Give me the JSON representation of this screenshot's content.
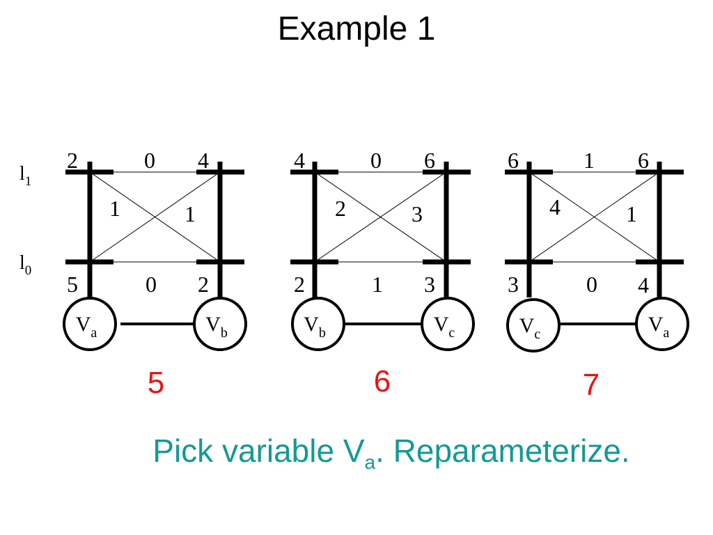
{
  "title": "Example 1",
  "level_labels": {
    "l1": {
      "base": "l",
      "sub": "1"
    },
    "l0": {
      "base": "l",
      "sub": "0"
    }
  },
  "caption": {
    "before": "Pick variable V",
    "sub": "a",
    "after": ". Reparameterize."
  },
  "colors": {
    "total": "#ee1111",
    "caption": "#139a94",
    "ink": "#000000"
  },
  "panels": [
    {
      "id": "ab",
      "corners": {
        "top_left": "2",
        "top_right": "4",
        "bottom_left": "5",
        "bottom_right": "2"
      },
      "edges": {
        "top": "0",
        "bottom": "0",
        "diag_left": "1",
        "diag_right": "1"
      },
      "nodes": [
        {
          "base": "V",
          "sub": "a"
        },
        {
          "base": "V",
          "sub": "b"
        }
      ],
      "total": "5"
    },
    {
      "id": "bc",
      "corners": {
        "top_left": "4",
        "top_right": "6",
        "bottom_left": "2",
        "bottom_right": "3"
      },
      "edges": {
        "top": "0",
        "bottom": "1",
        "diag_left": "2",
        "diag_right": "3"
      },
      "nodes": [
        {
          "base": "V",
          "sub": "b"
        },
        {
          "base": "V",
          "sub": "c"
        }
      ],
      "total": "6"
    },
    {
      "id": "ca",
      "corners": {
        "top_left": "6",
        "top_right": "6",
        "bottom_left": "3",
        "bottom_right": "4"
      },
      "edges": {
        "top": "1",
        "bottom": "0",
        "diag_left": "4",
        "diag_right": "1"
      },
      "nodes": [
        {
          "base": "V",
          "sub": "c"
        },
        {
          "base": "V",
          "sub": "a"
        }
      ],
      "total": "7"
    }
  ]
}
